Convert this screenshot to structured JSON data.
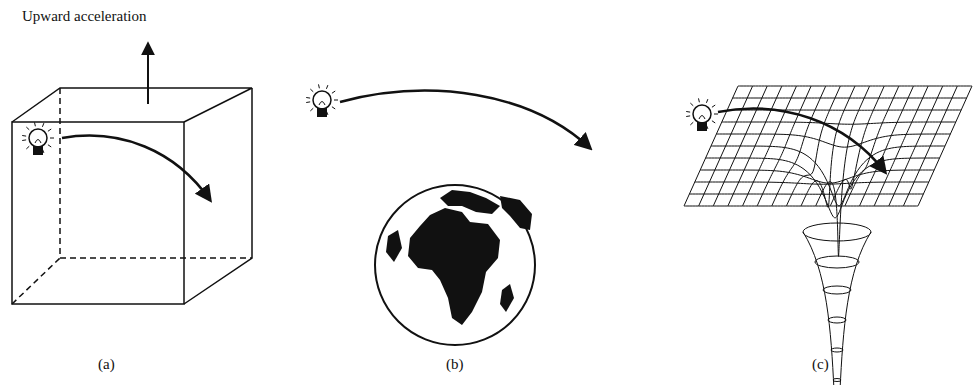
{
  "diagram": {
    "labels": [
      "Upward acceleration",
      "(a)",
      "(b)",
      "(c)"
    ]
  }
}
